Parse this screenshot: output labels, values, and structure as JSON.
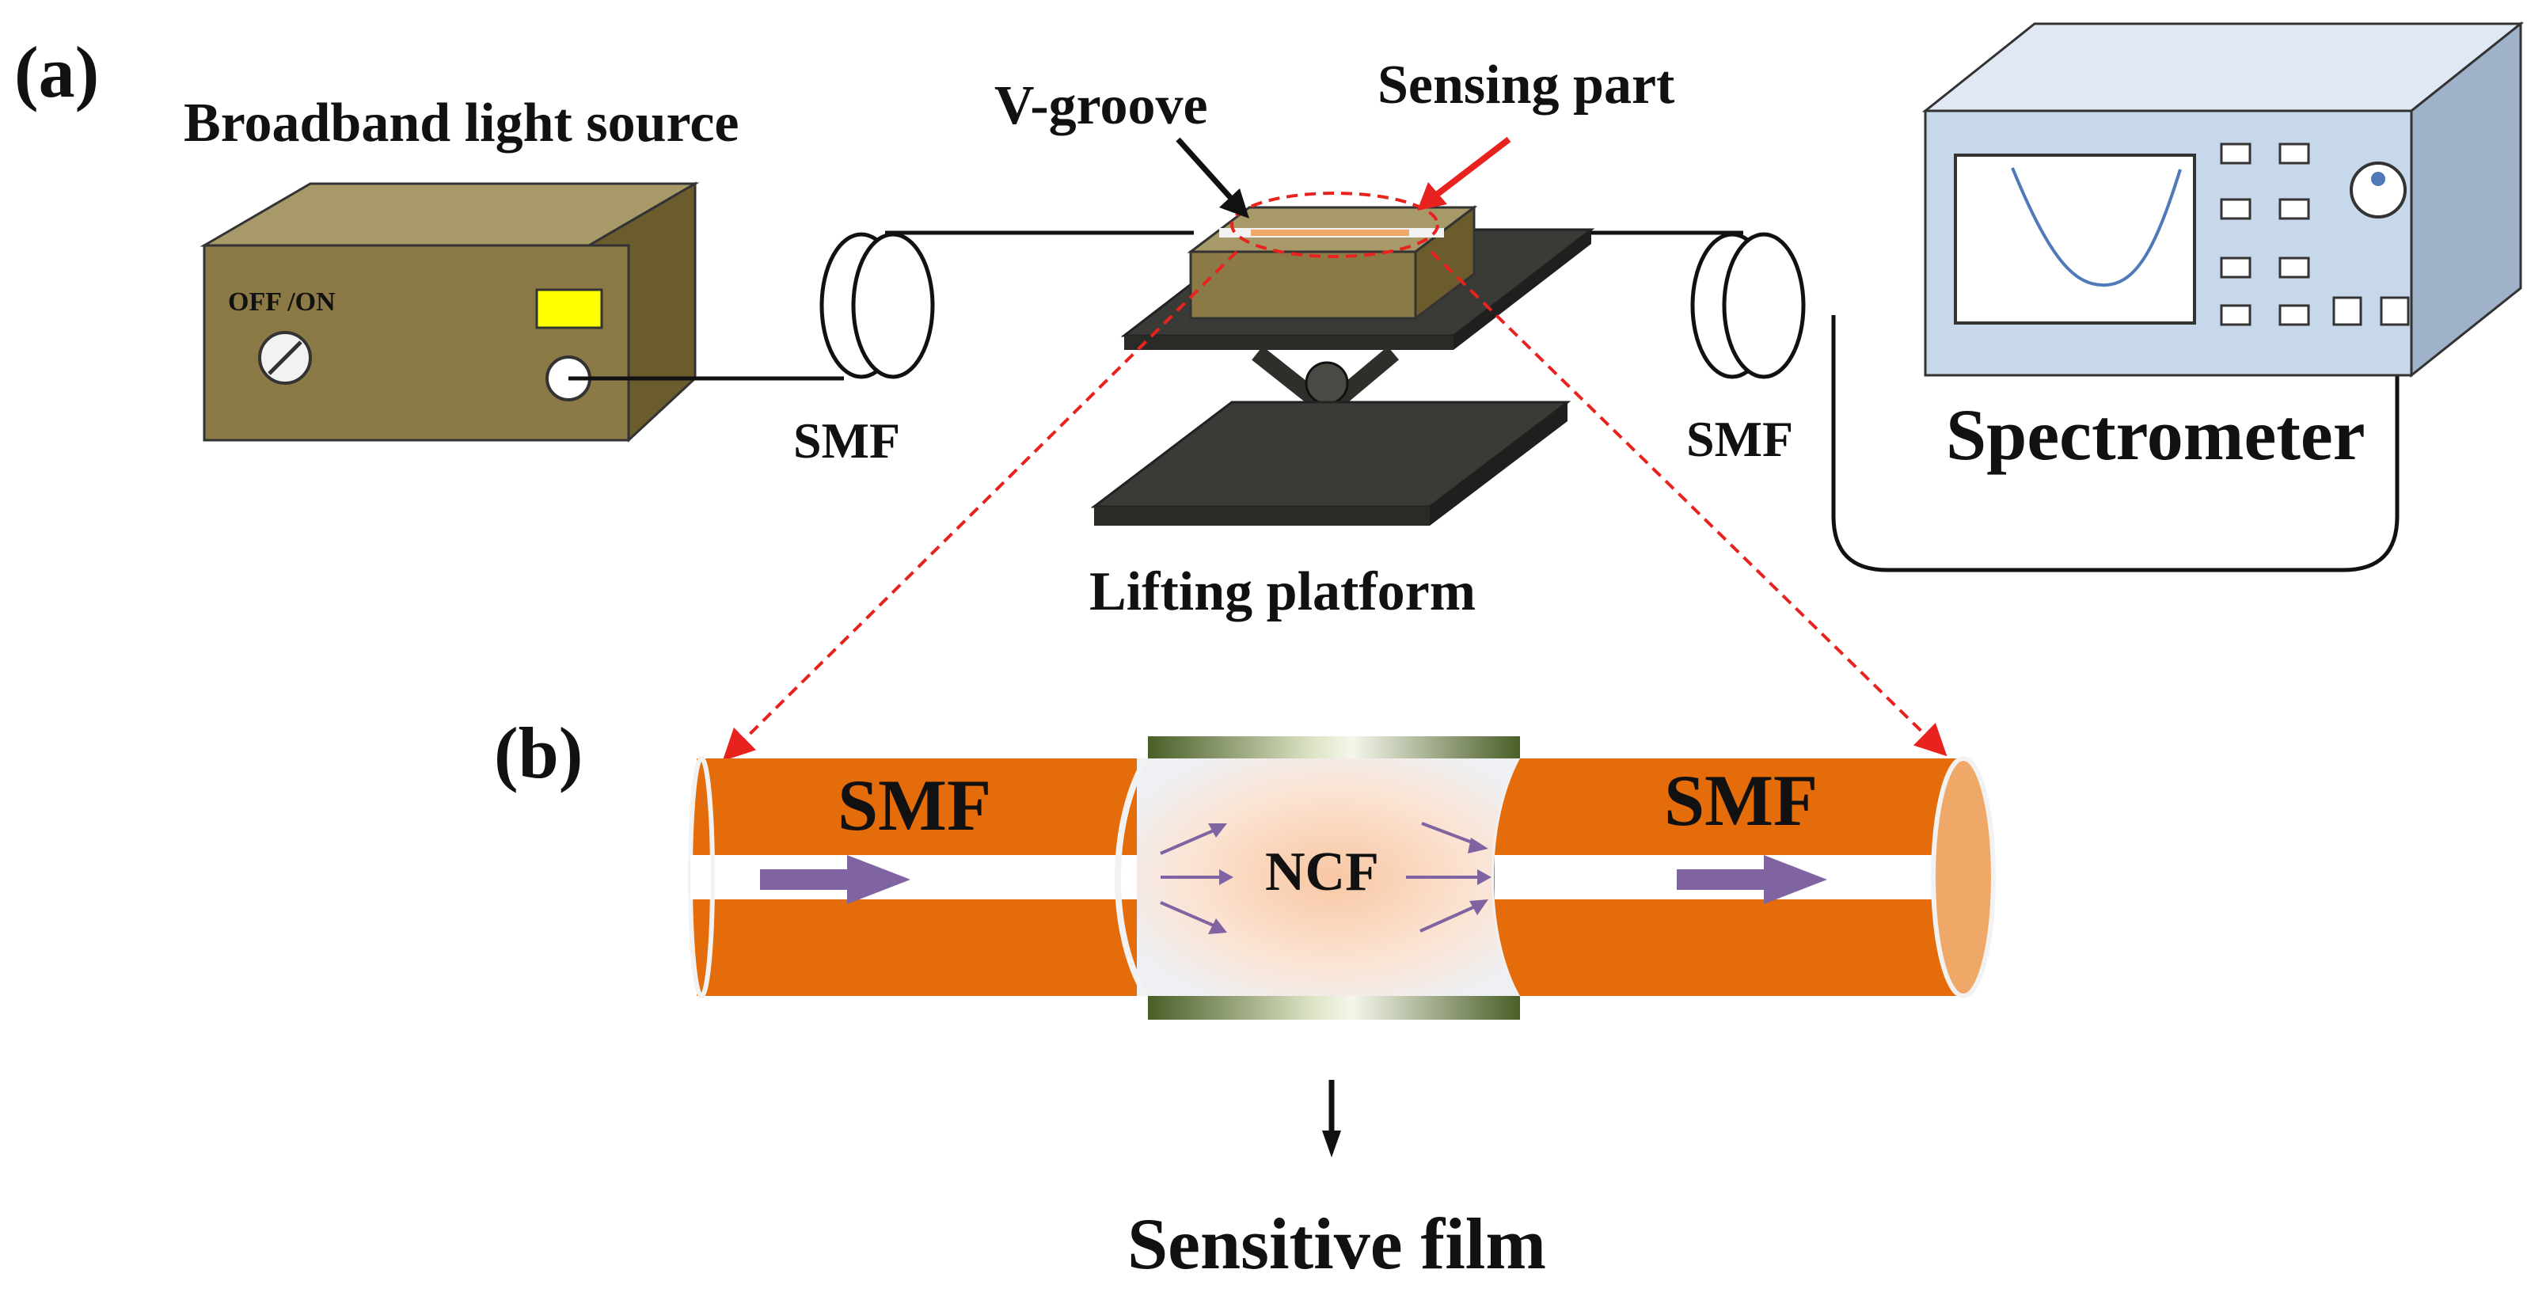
{
  "panel_a": {
    "label": "(a)",
    "light_source": {
      "title": "Broadband light source",
      "switch_label": "OFF /ON"
    },
    "smf_left": "SMF",
    "smf_right": "SMF",
    "v_groove": "V-groove",
    "sensing_part": "Sensing part",
    "lifting_platform": "Lifting platform",
    "spectrometer": "Spectrometer"
  },
  "panel_b": {
    "label": "(b)",
    "smf_left": "SMF",
    "smf_right": "SMF",
    "ncf": "NCF",
    "sensitive_film": "Sensitive film"
  },
  "colors": {
    "fiber_orange": "#e46c0a",
    "fiber_end": "#f0a868",
    "box_olive": "#7b6b3a",
    "box_front": "#8b7a45",
    "box_top": "#a79a68",
    "spectrometer_blue": "#c7d8ea",
    "platform_dark": "#3a3a36",
    "red_dash": "#e8231f",
    "arrow_purple": "#8064a2",
    "display_yellow": "#ffff00",
    "film_green": "#4a5e28"
  }
}
